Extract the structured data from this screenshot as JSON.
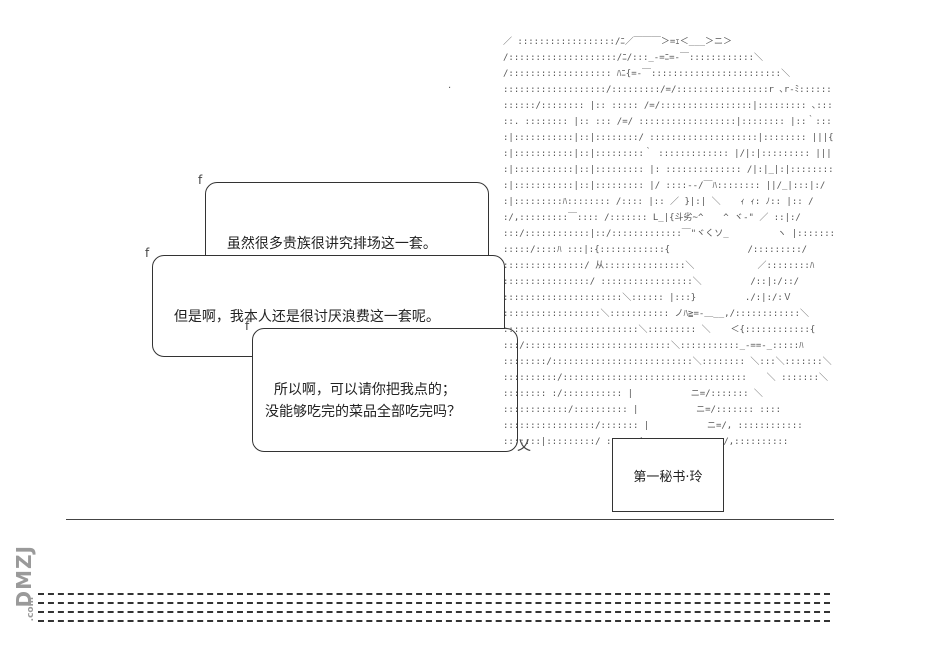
{
  "bubbles": [
    {
      "lines": "虽然很多贵族很讲究排场这一套。"
    },
    {
      "lines": "但是啊，我本人还是很讨厌浪费这一套呢。"
    },
    {
      "lines": "所以啊，可以请你把我点的；\n没能够吃完的菜品全部吃完吗？"
    }
  ],
  "nameplate": {
    "label": "第一秘书·玲"
  },
  "ascii_art": "／ ::::::::::::::::::/ﾆ／￣￣￣＞=ｪ＜___＞ニ＞\n/::::::::::::::::::::/ﾆ/:::_-=ﾆ=-￣::::::::::::＼\n/::::::::::::::::::: ﾊﾆ{=-￣::::::::::::::::::::::::＼\n:::::::::::::::::::/:::::::::/=/:::::::::::::::::r ､r-ﾐ::::::::::: ヽ\n::::::/:::::::: |:: ::::: /=/:::::::::::::::::|::::::::: ､:::::::::\n::. :::::::: |:: ::: /=/ ::::::::::::::::::|:::::::: |::｀::::::\n:|:::::::::::|::|::::::::/ ::::::::::::::::::::|:::::::: |||{::-:::::::::\n:|:::::::::::|::|:::::::::｀ ::::::::::::: |/|:|::::::::: |||:::--:::::: |:::\n:|:::::::::::|::|::::::::: |: :::::::::::::: /|:|_|:|:::::::::: ﾘ/|:::/\\:::::::|:::\n:|:::::::::::|::|::::::::: |/ ::::--/￣ﾊ:::::::: ||/_|:::|:/ |\n:|:::::::::ﾊ:::::::: /:::: |:: ／ }|:| ＼ 　 ｨ ｨ: ﾉ:: |:: /\n:/,:::::::::￣:::: /::::::: L_|{斗劣~^ 　 ^ ヾ-\" ／ ::|:/\n:::/::::::::::::|::/:::::::::::::￣\"ヾくソ_ 　 　 　 ヽ |::::::::\n:::::/::::ﾊ :::|:{::::::::::::{　　　　　　　　 /:::::::::/\n:::::::::::::::/ 从:::::::::::::::＼ 　 　 　 　 ／::::::::ﾊ\n::::::::::::::::/ :::::::::::::::::＼ 　 　 　 /::|:/::/\n::::::::::::::::::::::＼:::::: |:::} 　 　 　 ./:|:/:Ｖ\n::::::::::::::::::＼::::::::::: ノﾊ≧=-＿__,/::::::::::::＼\n:::::::::::::::::::::::::＼::::::::: ＼ 　 ＜{::::::::::::{\n:::/:::::::::::::::::::::::::::＼:::::::::::_-==-_:::::ﾊ\n::::::::/::::::::::::::::::::::::::＼:::::::: ＼:::＼:::::::＼\n::::::::::/:::::::::::::::::::::::::::::::::: 　 ＼ :::::::＼\n:::::::: :/::::::::::: |　 　 　 　 ニ=/::::::: ＼\n::::::::::::/:::::::::: |　 　 　 　 ニ=/::::::: ::::\n:::::::::::::::::/::::::: |　 　 　 　 ニ=/, ::::::::::::\n:::::::|:::::::::/ ::::: |___________ ニ=/,::::::::::"
}
